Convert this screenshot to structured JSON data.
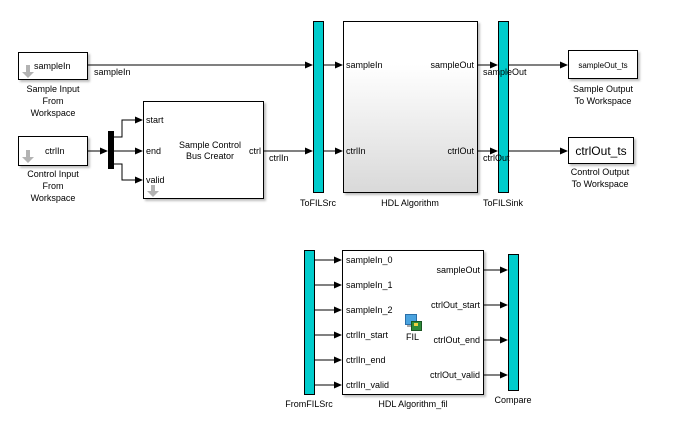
{
  "diagram": {
    "sources": {
      "sample_input": {
        "param": "sampleIn",
        "caption": [
          "Sample Input",
          "From",
          "Workspace"
        ]
      },
      "control_input": {
        "param": "ctrlIn",
        "caption": [
          "Control Input",
          "From",
          "Workspace"
        ]
      }
    },
    "bus_creator": {
      "title": [
        "Sample Control",
        "Bus Creator"
      ],
      "inputs": [
        "start",
        "end",
        "valid"
      ],
      "output": "ctrl"
    },
    "signals": {
      "sample_in": "sampleIn",
      "ctrl_in": "ctrlIn",
      "sample_out": "sampleOut",
      "ctrl_out": "ctrlOut"
    },
    "to_fil_src": {
      "caption": "ToFILSrc"
    },
    "hdl_algorithm": {
      "caption": "HDL Algorithm",
      "inputs": [
        "sampleIn",
        "ctrlIn"
      ],
      "outputs": [
        "sampleOut",
        "ctrlOut"
      ]
    },
    "to_fil_sink": {
      "caption": "ToFILSink"
    },
    "sinks": {
      "sample_output": {
        "param": "sampleOut_ts",
        "caption": [
          "Sample Output",
          "To Workspace"
        ]
      },
      "control_output": {
        "param": "ctrlOut_ts",
        "caption": [
          "Control Output",
          "To Workspace"
        ]
      }
    },
    "from_fil_src": {
      "caption": "FromFILSrc"
    },
    "fil_block": {
      "caption": "HDL Algorithm_fil",
      "icon_label": "FIL",
      "inputs": [
        "sampleIn_0",
        "sampleIn_1",
        "sampleIn_2",
        "ctrlIn_start",
        "ctrlIn_end",
        "ctrlIn_valid"
      ],
      "outputs": [
        "sampleOut",
        "ctrlOut_start",
        "ctrlOut_end",
        "ctrlOut_valid"
      ]
    },
    "compare": {
      "caption": "Compare"
    },
    "colors": {
      "bar_fill": "#00cccc",
      "line": "#000000",
      "arrow_gray": "#b3b3b3"
    }
  }
}
